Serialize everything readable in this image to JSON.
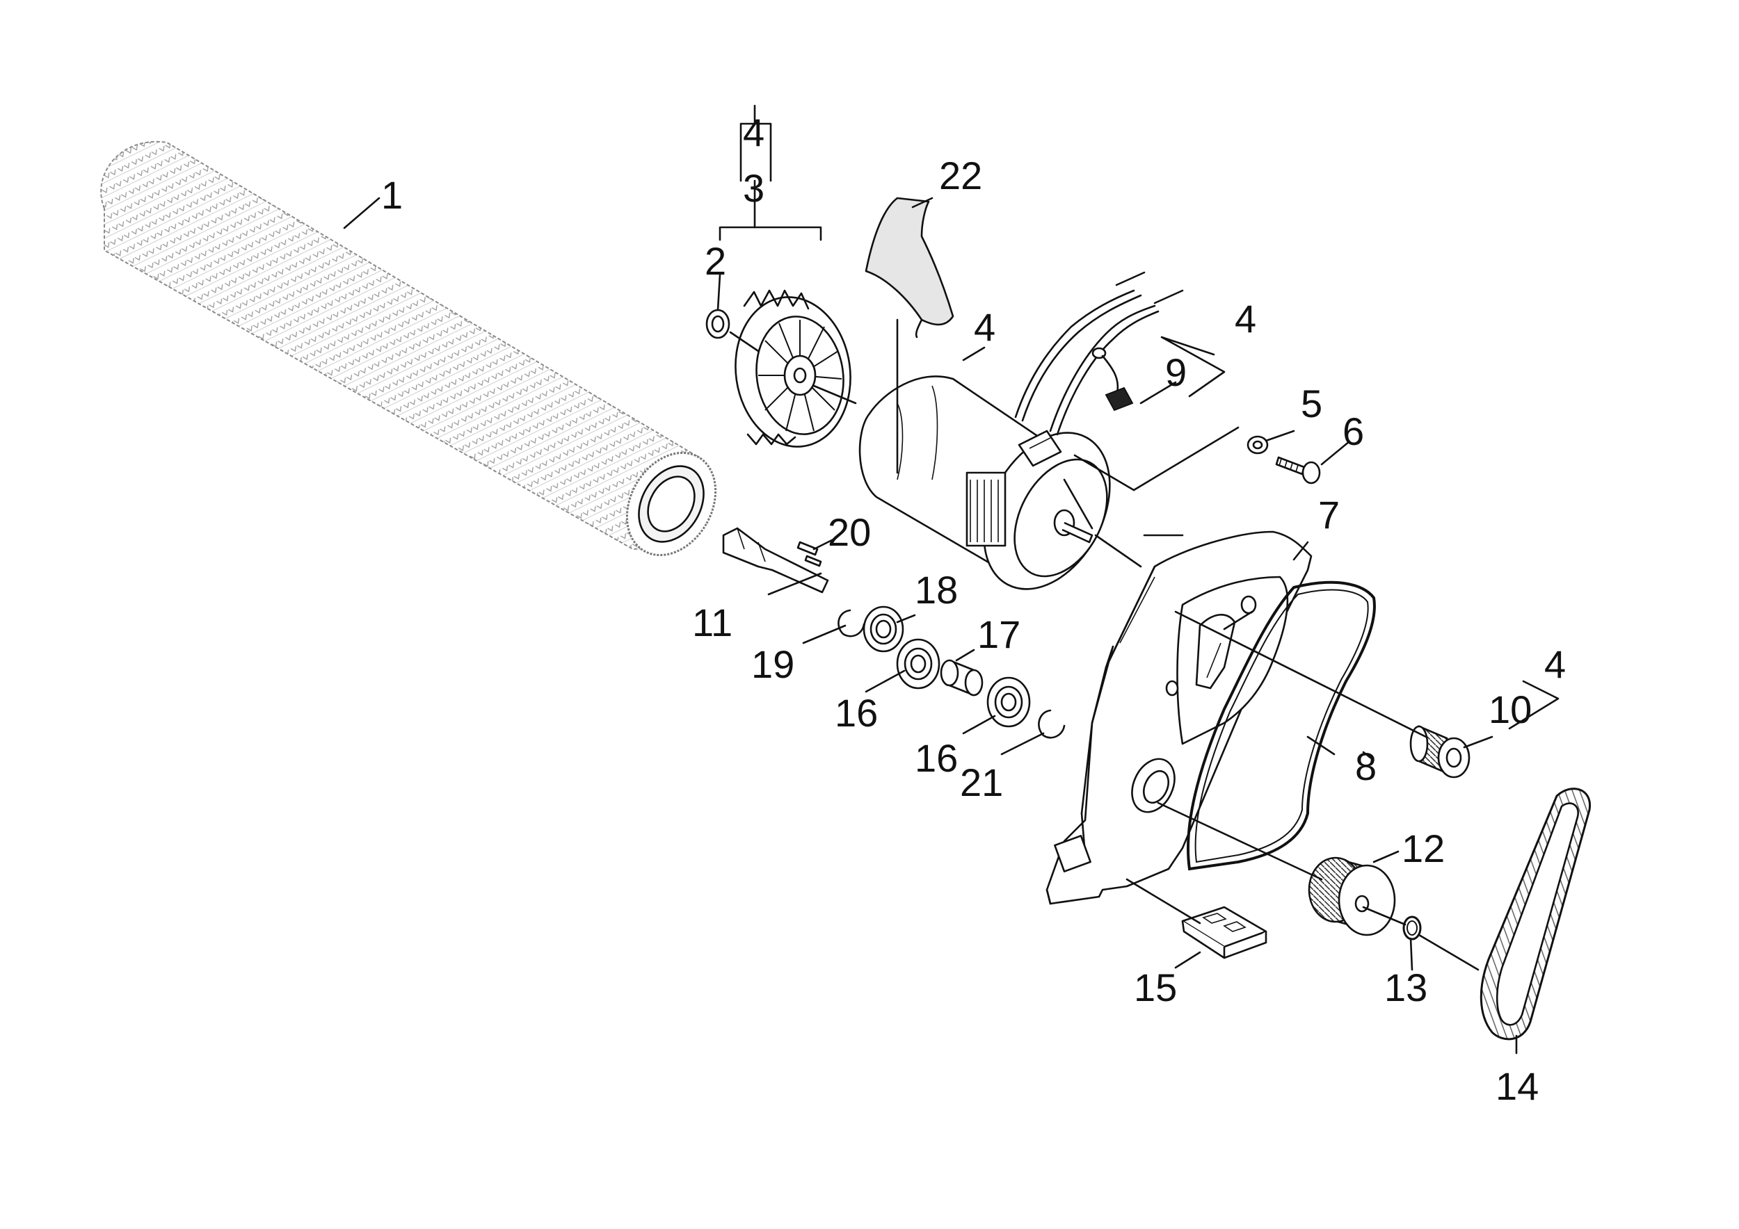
{
  "diagram": {
    "callouts": [
      {
        "id": "c1",
        "text": "1"
      },
      {
        "id": "c4a",
        "text": "4"
      },
      {
        "id": "c3",
        "text": "3"
      },
      {
        "id": "c2",
        "text": "2"
      },
      {
        "id": "c22",
        "text": "22"
      },
      {
        "id": "c4b",
        "text": "4"
      },
      {
        "id": "c4c",
        "text": "4"
      },
      {
        "id": "c9",
        "text": "9"
      },
      {
        "id": "c5",
        "text": "5"
      },
      {
        "id": "c6",
        "text": "6"
      },
      {
        "id": "c7",
        "text": "7"
      },
      {
        "id": "c20",
        "text": "20"
      },
      {
        "id": "c18",
        "text": "18"
      },
      {
        "id": "c11",
        "text": "11"
      },
      {
        "id": "c19",
        "text": "19"
      },
      {
        "id": "c17",
        "text": "17"
      },
      {
        "id": "c16a",
        "text": "16"
      },
      {
        "id": "c16b",
        "text": "16"
      },
      {
        "id": "c21",
        "text": "21"
      },
      {
        "id": "c4d",
        "text": "4"
      },
      {
        "id": "c10",
        "text": "10"
      },
      {
        "id": "c8",
        "text": "8"
      },
      {
        "id": "c12",
        "text": "12"
      },
      {
        "id": "c13",
        "text": "13"
      },
      {
        "id": "c15",
        "text": "15"
      },
      {
        "id": "c14",
        "text": "14"
      }
    ]
  }
}
